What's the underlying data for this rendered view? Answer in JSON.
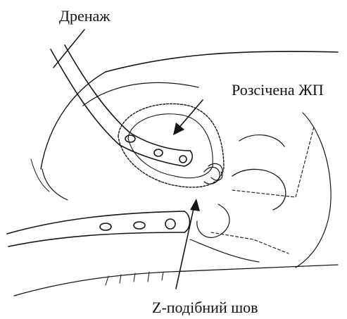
{
  "labels": {
    "drainage": "Дренаж",
    "gallbladder": "Розсічена ЖП",
    "z_suture": "Z-подібний шов"
  },
  "colors": {
    "ink": "#161616",
    "background": "#ffffff"
  }
}
